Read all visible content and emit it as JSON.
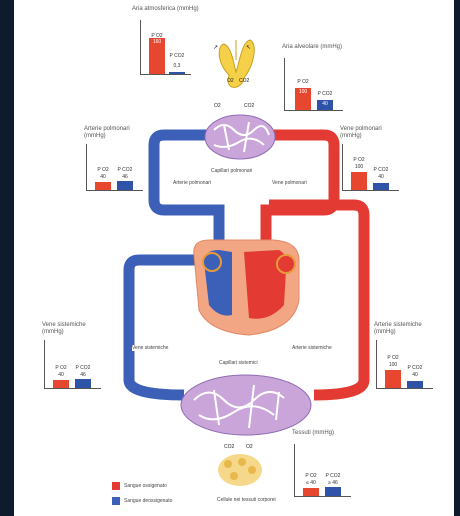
{
  "colors": {
    "oxygenated": "#e33b33",
    "deoxygenated": "#3c5fb8",
    "capillary_pink": "#c9a5d9",
    "heart": "#f3a684"
  },
  "panels": {
    "air_top": {
      "title": "Aria atmosferica (mmHg)",
      "po2": "160",
      "pco2": "0,3",
      "po2_label": "P O2",
      "pco2_label": "P CO2"
    },
    "alveolar": {
      "title": "Aria alveolare (mmHg)",
      "po2": "100",
      "pco2": "40",
      "po2_label": "P O2",
      "pco2_label": "P CO2"
    },
    "pulm_artery": {
      "title": "Arterie polmonari",
      "unit": "(mmHg)",
      "po2": "40",
      "pco2": "46",
      "po2_label": "P O2",
      "pco2_label": "P CO2"
    },
    "pulm_vein": {
      "title": "Vene polmonari",
      "unit": "(mmHg)",
      "po2": "100",
      "pco2": "40",
      "po2_label": "P O2",
      "pco2_label": "P CO2"
    },
    "sys_vein": {
      "title": "Vene sistemiche",
      "unit": "(mmHg)",
      "po2": "40",
      "pco2": "46",
      "po2_label": "P O2",
      "pco2_label": "P CO2"
    },
    "sys_artery": {
      "title": "Arterie sistemiche",
      "unit": "(mmHg)",
      "po2": "100",
      "pco2": "40",
      "po2_label": "P O2",
      "pco2_label": "P CO2"
    },
    "tissue": {
      "title": "Tessuti (mmHg)",
      "po2": "≤ 40",
      "pco2": "≥ 46",
      "po2_label": "P O2",
      "pco2_label": "P CO2"
    }
  },
  "labels": {
    "o2_top": "O2",
    "co2_top": "CO2",
    "o2_lung": "O2",
    "co2_lung": "CO2",
    "cap_pulm": "Capillari polmonari",
    "art_pulm": "Arterie polmonari",
    "vene_pulm": "Vene polmonari",
    "vene_sist": "Vene sistemiche",
    "art_sist": "Arterie sistemiche",
    "cap_sist": "Capillari sistemici",
    "co2_tiss": "CO2",
    "o2_tiss": "O2",
    "cells": "Cellule nei tessuti corporei"
  },
  "legend": {
    "ox": "Sangue ossigenato",
    "deox": "Sangue deossigenato"
  }
}
